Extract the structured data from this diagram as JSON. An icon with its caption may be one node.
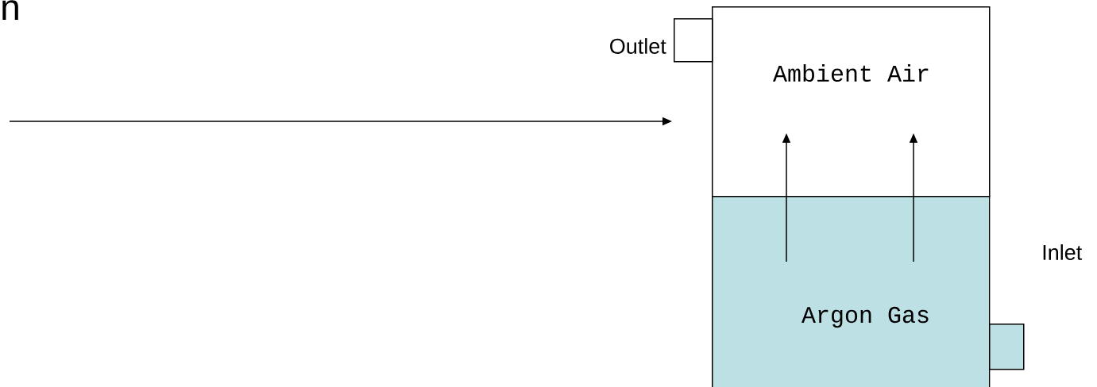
{
  "diagram": {
    "nodes": [
      {
        "text": [
          "Ambient Air"
        ]
      },
      {
        "text": [
          "Argon Gas"
        ]
      },
      {
        "text": [],
        "shape": "box",
        "beside": [
          "Outlet"
        ]
      },
      {
        "text": [],
        "shape": "box",
        "beside": [
          "Inlet"
        ]
      }
    ],
    "edges": [
      {
        "from": null,
        "to": 0,
        "arrow": "to"
      },
      {
        "from": 1,
        "to": 0,
        "arrow": "to"
      },
      {
        "from": 1,
        "to": 0,
        "arrow": "to"
      }
    ],
    "labels": [
      "n"
    ]
  }
}
